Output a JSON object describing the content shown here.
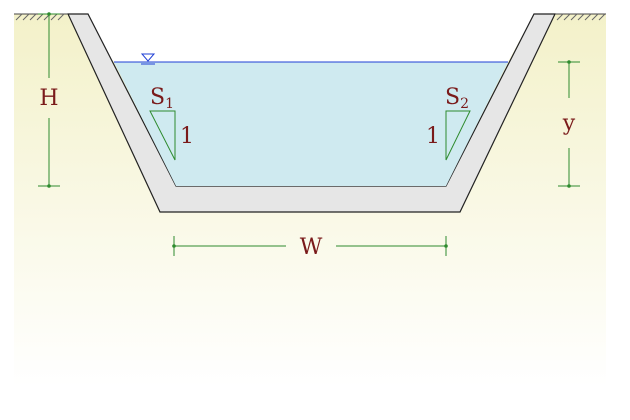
{
  "labels": {
    "depth_total": "H",
    "depth_water": "y",
    "bottom_width": "W",
    "slope_left_letter": "S",
    "slope_left_sub": "1",
    "slope_right_letter": "S",
    "slope_right_sub": "2",
    "slope_left_unit": "1",
    "slope_right_unit": "1"
  },
  "colors": {
    "ground": "#f6f4d2",
    "water": "#cfeaf0",
    "water_line": "#1f3fd6",
    "lining": "#e3e3e3",
    "outline": "#222222",
    "dimension": "#2e8b2e",
    "label": "#7a1a1a",
    "slope_triangle": "#2e8b2e"
  },
  "icons": {
    "water_surface": "inverted-triangle-icon",
    "ground_hatch": "hatch-icon"
  }
}
